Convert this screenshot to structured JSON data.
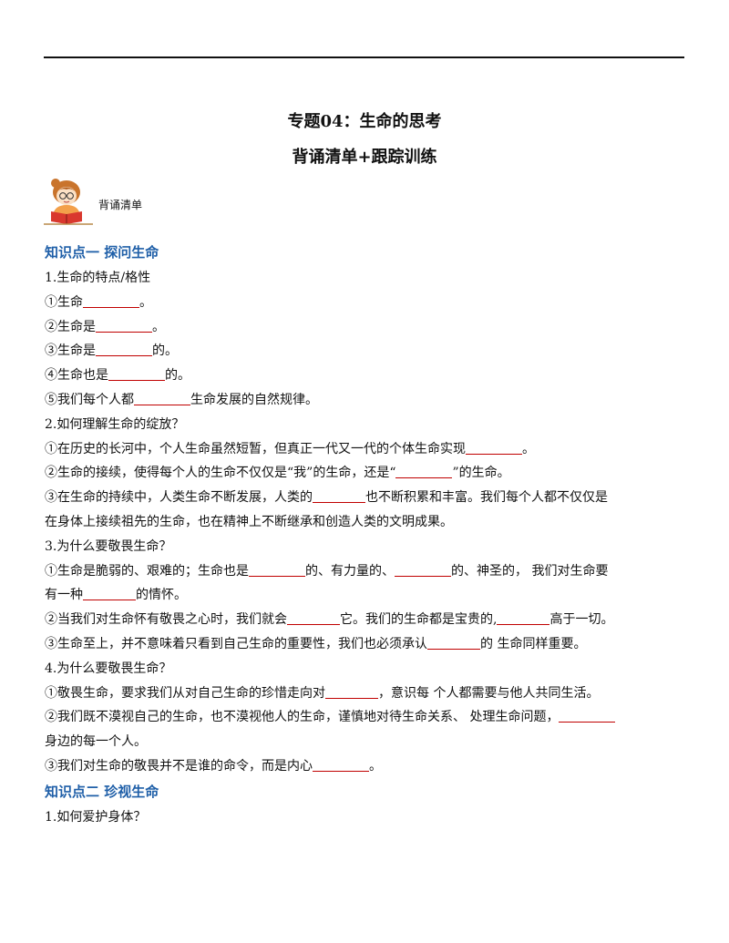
{
  "title_line1": "专题04：生命的思考",
  "title_line2": "背诵清单+跟踪训练",
  "avatar_label": "背诵清单",
  "lines": [
    {
      "kind": "heading",
      "text": "知识点一  探问生命"
    },
    {
      "kind": "text",
      "parts": [
        {
          "t": "1.生命的特点/格性"
        }
      ]
    },
    {
      "kind": "text",
      "parts": [
        {
          "t": "①生命"
        },
        {
          "blank": 62
        },
        {
          "t": "。"
        }
      ]
    },
    {
      "kind": "text",
      "parts": [
        {
          "t": "②生命是"
        },
        {
          "blank": 62
        },
        {
          "t": "。"
        }
      ]
    },
    {
      "kind": "text",
      "parts": [
        {
          "t": "③生命是"
        },
        {
          "blank": 62
        },
        {
          "t": "的。"
        }
      ]
    },
    {
      "kind": "text",
      "parts": [
        {
          "t": "④生命也是"
        },
        {
          "blank": 62
        },
        {
          "t": "的。"
        }
      ]
    },
    {
      "kind": "text",
      "parts": [
        {
          "t": "⑤我们每个人都"
        },
        {
          "blank": 62
        },
        {
          "t": "生命发展的自然规律。"
        }
      ]
    },
    {
      "kind": "text",
      "parts": [
        {
          "t": "2.如何理解生命的绽放？"
        }
      ]
    },
    {
      "kind": "text",
      "parts": [
        {
          "t": "①在历史的长河中，个人生命虽然短暂，但真正一代又一代的个体生命实现"
        },
        {
          "blank": 62
        },
        {
          "t": "。"
        }
      ]
    },
    {
      "kind": "text",
      "parts": [
        {
          "t": "②生命的接续，使得每个人的生命不仅仅是“我”的生命，还是“"
        },
        {
          "blank": 62
        },
        {
          "t": "”的生命。"
        }
      ]
    },
    {
      "kind": "text",
      "parts": [
        {
          "t": "③在生命的持续中，人类生命不断发展，人类的"
        },
        {
          "blank": 58
        },
        {
          "t": "也不断积累和丰富。我们每个人都不仅仅是"
        }
      ]
    },
    {
      "kind": "text",
      "parts": [
        {
          "t": "在身体上接续祖先的生命，也在精神上不断继承和创造人类的文明成果。"
        }
      ]
    },
    {
      "kind": "text",
      "parts": [
        {
          "t": "3.为什么要敬畏生命？"
        }
      ]
    },
    {
      "kind": "text",
      "parts": [
        {
          "t": "①生命是脆弱的、艰难的；生命也是"
        },
        {
          "blank": 62
        },
        {
          "t": "的、有力量的、"
        },
        {
          "blank": 62
        },
        {
          "t": "的、神圣的，  我们对生命要"
        }
      ]
    },
    {
      "kind": "text",
      "parts": [
        {
          "t": "有一种"
        },
        {
          "blank": 58
        },
        {
          "t": "的情怀。"
        }
      ]
    },
    {
      "kind": "text",
      "parts": [
        {
          "t": "②当我们对生命怀有敬畏之心时，我们就会"
        },
        {
          "blank": 58
        },
        {
          "t": "它。我们的生命都是宝贵的,"
        },
        {
          "blank": 58
        },
        {
          "t": "高于一切。"
        }
      ]
    },
    {
      "kind": "text",
      "parts": [
        {
          "t": "③生命至上，并不意味着只看到自己生命的重要性，我们也必须承认"
        },
        {
          "blank": 58
        },
        {
          "t": "的  生命同样重要。"
        }
      ]
    },
    {
      "kind": "text",
      "parts": [
        {
          "t": "4.为什么要敬畏生命？"
        }
      ]
    },
    {
      "kind": "text",
      "parts": [
        {
          "t": "①敬畏生命，要求我们从对自己生命的珍惜走向对"
        },
        {
          "blank": 58
        },
        {
          "t": "，意识每  个人都需要与他人共同生活。"
        }
      ]
    },
    {
      "kind": "text",
      "parts": [
        {
          "t": "②我们既不漠视自己的生命，也不漠视他人的生命，谨慎地对待生命关系、  处理生命问题，"
        },
        {
          "blank": 62
        }
      ]
    },
    {
      "kind": "text",
      "parts": [
        {
          "t": "身边的每一个人。"
        }
      ]
    },
    {
      "kind": "text",
      "parts": [
        {
          "t": "③我们对生命的敬畏并不是谁的命令，而是内心"
        },
        {
          "blank": 62
        },
        {
          "t": "。"
        }
      ]
    },
    {
      "kind": "heading",
      "text": "知识点二  珍视生命"
    },
    {
      "kind": "text",
      "parts": [
        {
          "t": "1.如何爱护身体？"
        }
      ]
    }
  ]
}
